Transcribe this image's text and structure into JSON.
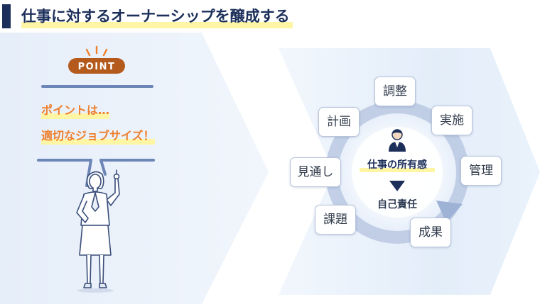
{
  "header": {
    "title": "仕事に対するオーナーシップを醸成する"
  },
  "point": {
    "badge": "POINT",
    "line1": "ポイントは…",
    "line2": "適切なジョブサイズ！"
  },
  "cycle": {
    "center_top": "仕事の所有感",
    "center_bottom": "自己責任",
    "steps": [
      "調整",
      "実施",
      "管理",
      "成果",
      "課題",
      "見通し",
      "計画"
    ]
  },
  "colors": {
    "title": "#1c2f5a",
    "accent_orange": "#ee7f2d",
    "badge_brown": "#b35a1c",
    "highlight": "#fff6a5",
    "line_blue": "#6d86b8",
    "ring_blue": "#b9c7e2",
    "chevron_fill": "#e8f0fa"
  }
}
